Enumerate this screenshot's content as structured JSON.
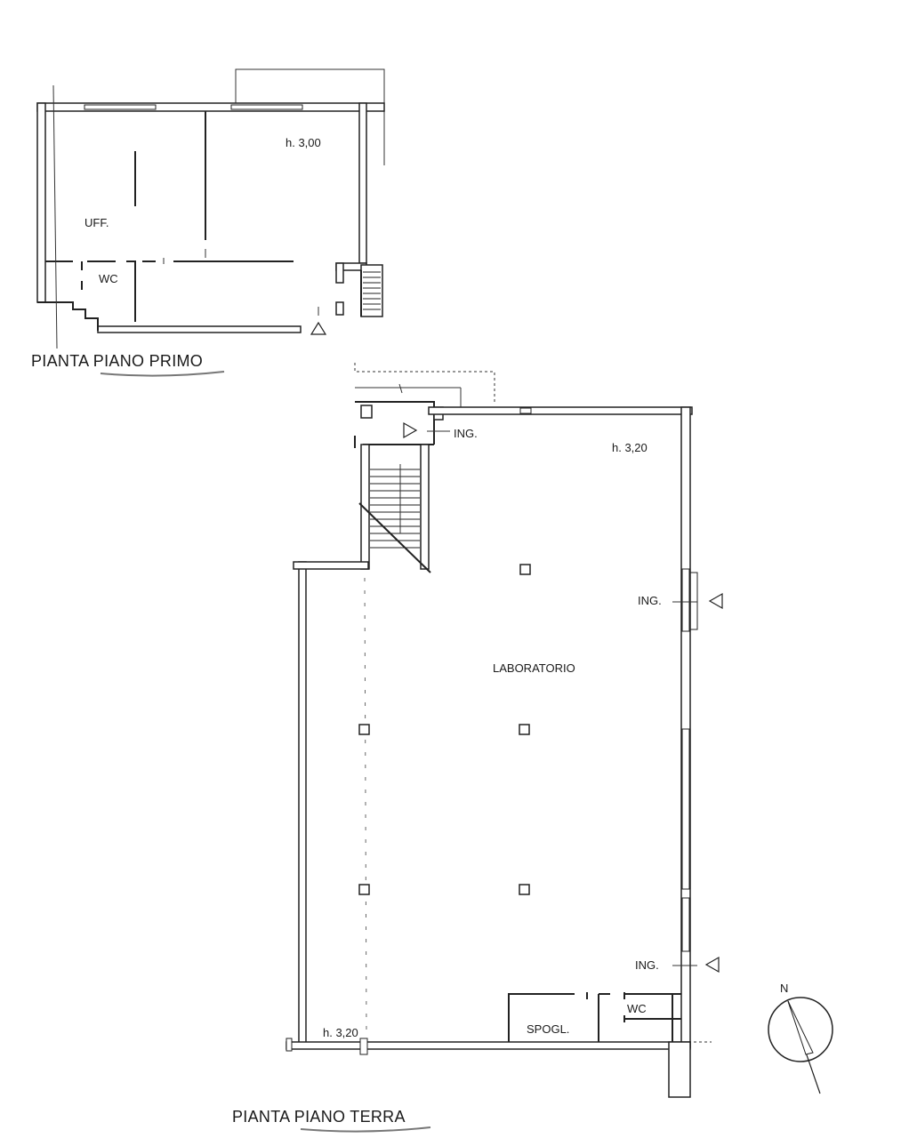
{
  "first_floor": {
    "title_prefix": "PIANTA ",
    "title_underlined": "PIANO PRIMO",
    "height_label": "h. 3,00",
    "office_label": "UFF.",
    "wc_label": "WC"
  },
  "ground_floor": {
    "title_prefix": "PIANTA ",
    "title_underlined": "PIANO TERRA",
    "height_label_top": "h. 3,20",
    "height_label_bottom": "h. 3,20",
    "lab_label": "LABORATORIO",
    "entrance_label_1": "ING.",
    "entrance_label_2": "ING.",
    "entrance_label_3": "ING.",
    "locker_label": "SPOGL.",
    "wc_label": "WC"
  },
  "compass": {
    "north_label": "N"
  }
}
